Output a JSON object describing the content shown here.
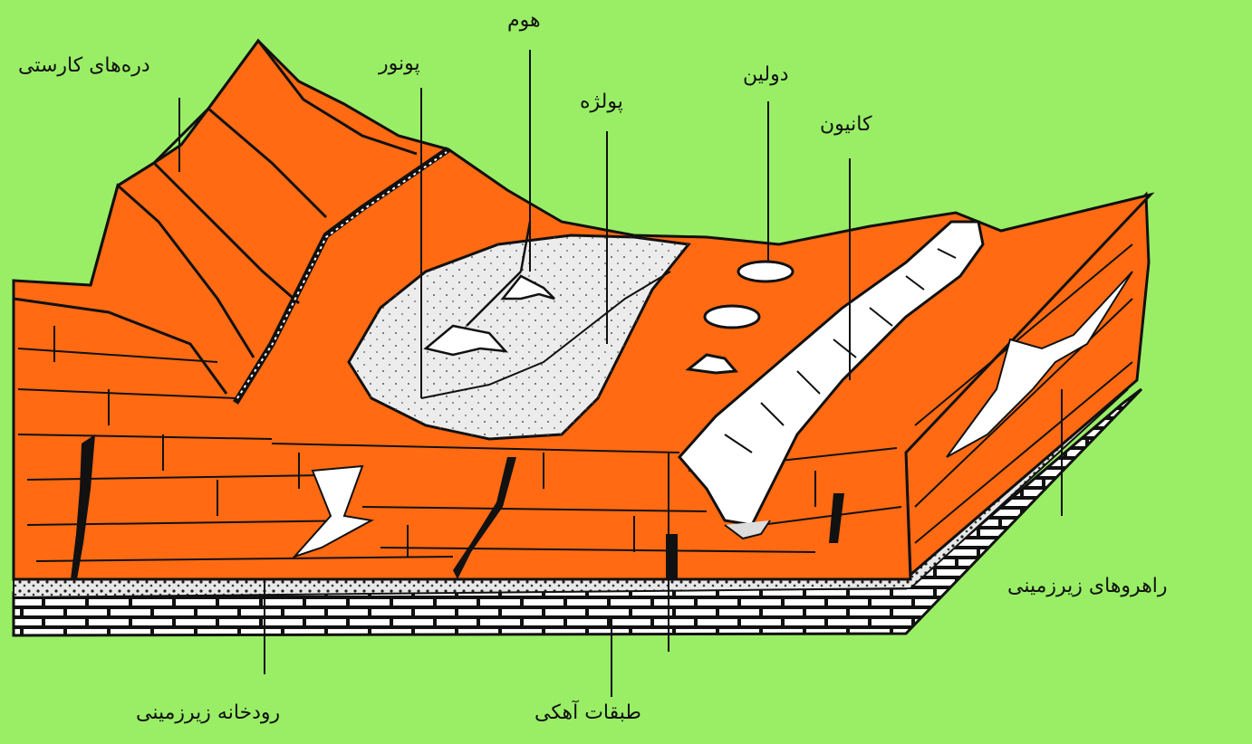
{
  "colors": {
    "background": "#99ee66",
    "limestone_block": "#ff6a13",
    "outline": "#111111",
    "basin_fill": "#ececec",
    "base_rock": "#ffffff"
  },
  "labels": {
    "karst_valleys": "دره‌های کارستی",
    "ponor": "پونور",
    "hum": "هوم",
    "polje": "پولژه",
    "doline": "دولین",
    "canyon": "کانیون",
    "underground_passages": "راهروهای زیرزمینی",
    "underground_river": "رودخانه زیرزمینی",
    "limestone_layers": "طبقات آهکی"
  }
}
